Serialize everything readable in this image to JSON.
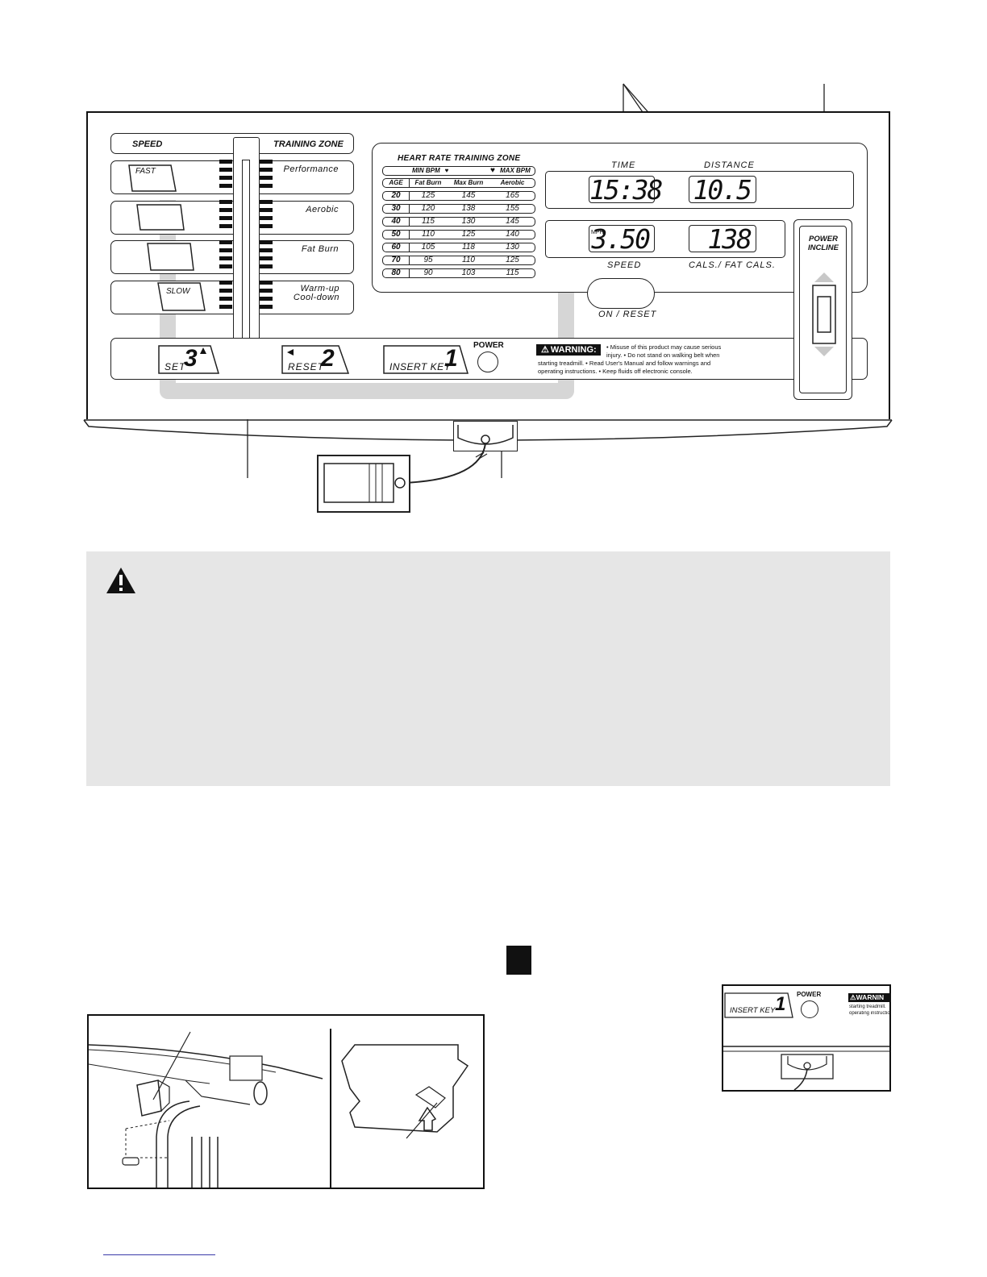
{
  "console": {
    "speed_label": "SPEED",
    "training_zone_label": "TRAINING ZONE",
    "zones": [
      {
        "key": "FAST",
        "name": "Performance"
      },
      {
        "key": "",
        "name": "Aerobic"
      },
      {
        "key": "",
        "name": "Fat Burn"
      },
      {
        "key": "SLOW",
        "name": "Warm-up Cool-down"
      }
    ],
    "heart_rate": {
      "title": "HEART RATE TRAINING ZONE",
      "min_bpm": "MIN BPM",
      "max_bpm": "MAX BPM",
      "headers": [
        "AGE",
        "Fat Burn",
        "Max Burn",
        "Aerobic"
      ],
      "rows": [
        [
          "20",
          "125",
          "145",
          "165"
        ],
        [
          "30",
          "120",
          "138",
          "155"
        ],
        [
          "40",
          "115",
          "130",
          "145"
        ],
        [
          "50",
          "110",
          "125",
          "140"
        ],
        [
          "60",
          "105",
          "118",
          "130"
        ],
        [
          "70",
          "95",
          "110",
          "125"
        ],
        [
          "80",
          "90",
          "103",
          "115"
        ]
      ]
    },
    "displays": {
      "time_label": "TIME",
      "time_value": "15:38",
      "distance_label": "DISTANCE",
      "distance_value": "10.5",
      "mph_label": "MPH",
      "speed_value": "3.50",
      "speed_label": "SPEED",
      "cals_value": "138",
      "cals_label": "CALS./ FAT CALS."
    },
    "on_reset_label": "ON / RESET",
    "power_incline_label": "POWER INCLINE",
    "set_label": "SET",
    "set_number": "3",
    "reset_label": "RESET",
    "reset_number": "2",
    "insert_key_label": "INSERT KEY",
    "insert_key_number": "1",
    "power_label": "POWER",
    "warning_title": "WARNING:",
    "warning_text_1": "• Misuse of this product may cause serious",
    "warning_text_2": "injury.  • Do not stand on walking belt when",
    "warning_text_3": "starting treadmill.  • Read User's Manual and follow warnings and",
    "warning_text_4": "operating instructions.  • Keep fluids off electronic console."
  },
  "inset": {
    "insert_key_label": "INSERT KEY",
    "insert_key_number": "1",
    "power_label": "POWER",
    "warning_title": "WARNIN",
    "warning_text_1": "starting treadmill.",
    "warning_text_2": "operating instructio"
  }
}
